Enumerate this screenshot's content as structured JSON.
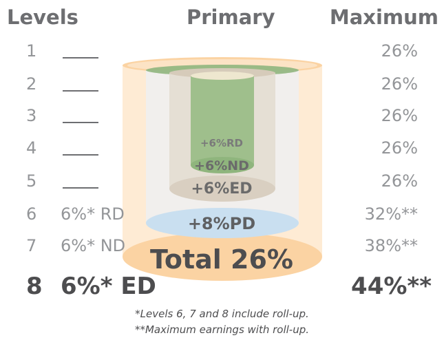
{
  "headers": {
    "levels": "Levels",
    "primary": "Primary",
    "maximum": "Maximum"
  },
  "rows": [
    {
      "level": "1",
      "primary": "",
      "maximum": "26%"
    },
    {
      "level": "2",
      "primary": "",
      "maximum": "26%"
    },
    {
      "level": "3",
      "primary": "",
      "maximum": "26%"
    },
    {
      "level": "4",
      "primary": "",
      "maximum": "26%"
    },
    {
      "level": "5",
      "primary": "",
      "maximum": "26%"
    },
    {
      "level": "6",
      "primary": "6%* RD",
      "maximum": "32%**"
    },
    {
      "level": "7",
      "primary": "6%* ND",
      "maximum": "38%**"
    },
    {
      "level": "8",
      "primary": "6%* ED",
      "maximum": "44%**"
    }
  ],
  "cylinder": {
    "rd": "+6%RD",
    "nd": "+6%ND",
    "ed": "+6%ED",
    "pd": "+8%PD",
    "total": "Total 26%",
    "colors": {
      "outer": "#fbd3a3",
      "middle": "#e8eaec",
      "pd": "#c9dff0",
      "ed": "#d9cfc1",
      "inner": "#8fb57d"
    }
  },
  "notes": {
    "line1": "*Levels 6, 7 and 8 include roll-up.",
    "line2": "**Maximum earnings with roll-up."
  }
}
